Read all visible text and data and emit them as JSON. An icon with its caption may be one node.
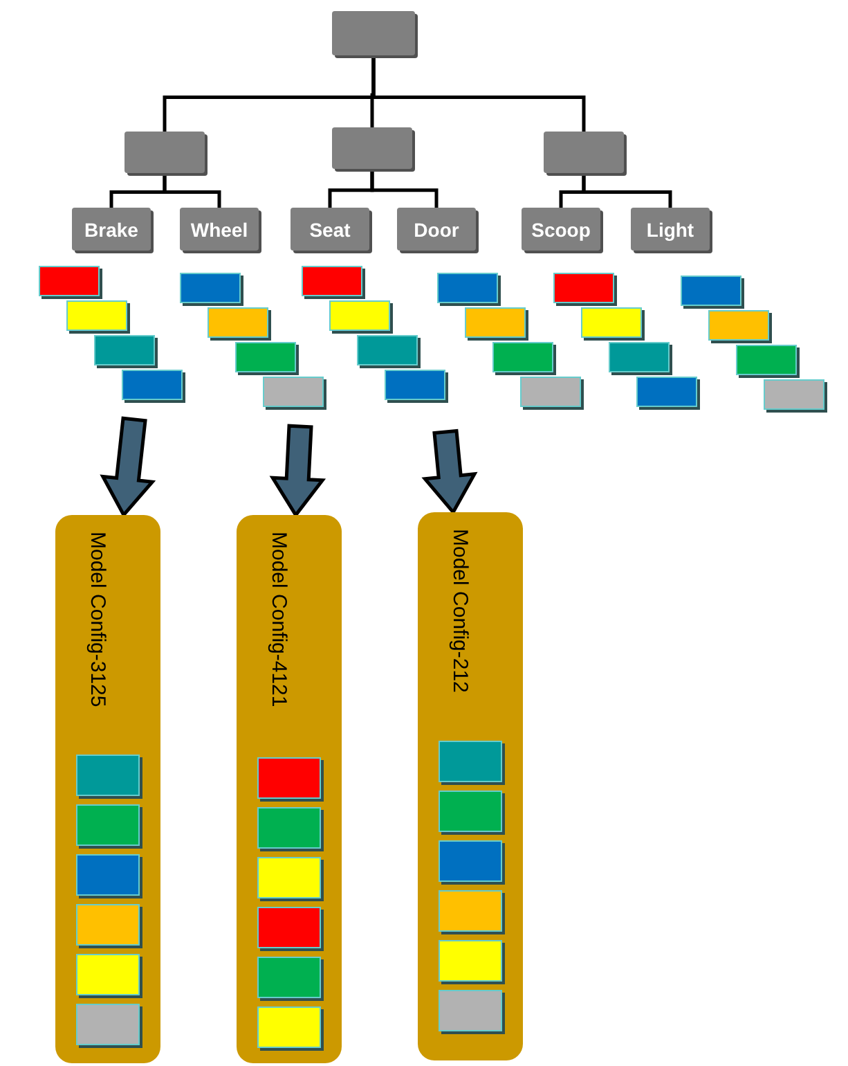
{
  "diagram": {
    "nodes": [
      {
        "text": [],
        "shape": "box"
      },
      {
        "text": [],
        "shape": "box"
      },
      {
        "text": [],
        "shape": "box"
      },
      {
        "text": [],
        "shape": "box"
      },
      {
        "text": [
          "Brake"
        ]
      },
      {
        "text": [
          "Wheel"
        ]
      },
      {
        "text": [
          "Seat"
        ]
      },
      {
        "text": [
          "Door"
        ]
      },
      {
        "text": [
          "Scoop"
        ]
      },
      {
        "text": [
          "Light"
        ]
      },
      {
        "text": [],
        "shape": "box"
      },
      {
        "text": [],
        "shape": "box"
      },
      {
        "text": [],
        "shape": "box"
      },
      {
        "text": [],
        "shape": "box"
      },
      {
        "text": [],
        "shape": "box"
      },
      {
        "text": [],
        "shape": "box"
      },
      {
        "text": [],
        "shape": "box"
      },
      {
        "text": [],
        "shape": "box"
      },
      {
        "text": [],
        "shape": "box"
      },
      {
        "text": [],
        "shape": "box"
      },
      {
        "text": [],
        "shape": "box"
      },
      {
        "text": [],
        "shape": "box"
      },
      {
        "text": [],
        "shape": "box"
      },
      {
        "text": [],
        "shape": "box"
      },
      {
        "text": [],
        "shape": "box"
      },
      {
        "text": [],
        "shape": "box"
      },
      {
        "text": [],
        "shape": "box"
      },
      {
        "text": [],
        "shape": "box"
      },
      {
        "text": [],
        "shape": "box"
      },
      {
        "text": [],
        "shape": "box"
      },
      {
        "text": [],
        "shape": "box"
      },
      {
        "text": [],
        "shape": "box"
      },
      {
        "text": [],
        "shape": "box"
      },
      {
        "text": [],
        "shape": "box"
      },
      {
        "text": [
          "Model Config-3125"
        ]
      },
      {
        "text": [],
        "shape": "box",
        "in": 34
      },
      {
        "text": [],
        "shape": "box",
        "in": 34
      },
      {
        "text": [],
        "shape": "box",
        "in": 34
      },
      {
        "text": [],
        "shape": "box",
        "in": 34
      },
      {
        "text": [],
        "shape": "box",
        "in": 34
      },
      {
        "text": [],
        "shape": "box",
        "in": 34
      },
      {
        "text": [
          "Model Config-4121"
        ]
      },
      {
        "text": [],
        "shape": "box",
        "in": 41
      },
      {
        "text": [],
        "shape": "box",
        "in": 41
      },
      {
        "text": [],
        "shape": "box",
        "in": 41
      },
      {
        "text": [],
        "shape": "box",
        "in": 41
      },
      {
        "text": [],
        "shape": "box",
        "in": 41
      },
      {
        "text": [],
        "shape": "box",
        "in": 41
      },
      {
        "text": [
          "Model Config-212"
        ]
      },
      {
        "text": [],
        "shape": "box",
        "in": 48
      },
      {
        "text": [],
        "shape": "box",
        "in": 48
      },
      {
        "text": [],
        "shape": "box",
        "in": 48
      },
      {
        "text": [],
        "shape": "box",
        "in": 48
      },
      {
        "text": [],
        "shape": "box",
        "in": 48
      },
      {
        "text": [],
        "shape": "box",
        "in": 48
      }
    ],
    "edges": [
      {
        "from": 0,
        "to": 1,
        "arrow": "none"
      },
      {
        "from": 0,
        "to": 2,
        "arrow": "none"
      },
      {
        "from": 0,
        "to": 3,
        "arrow": "none"
      },
      {
        "from": 1,
        "to": 4,
        "arrow": "none"
      },
      {
        "from": 1,
        "to": 5,
        "arrow": "none"
      },
      {
        "from": 2,
        "to": 6,
        "arrow": "none"
      },
      {
        "from": 2,
        "to": 7,
        "arrow": "none"
      },
      {
        "from": 3,
        "to": 8,
        "arrow": "none"
      },
      {
        "from": 3,
        "to": 9,
        "arrow": "none"
      },
      {
        "from": null,
        "to": 34,
        "arrow": "to",
        "style": "thick",
        "color": "#3f6178"
      },
      {
        "from": null,
        "to": 41,
        "arrow": "to",
        "style": "thick",
        "color": "#3f6178"
      },
      {
        "from": null,
        "to": 48,
        "arrow": "to",
        "style": "thick",
        "color": "#3f6178"
      }
    ]
  }
}
